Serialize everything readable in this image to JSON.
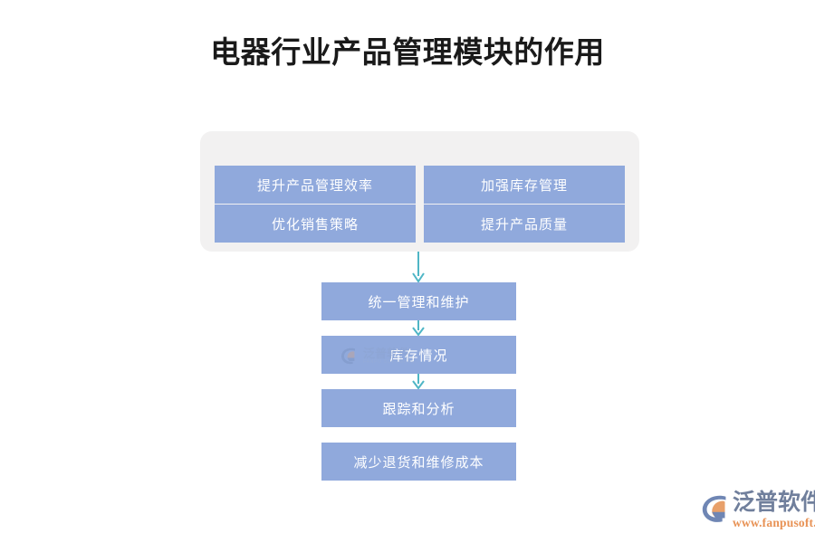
{
  "page": {
    "title": "电器行业产品管理模块的作用",
    "background_color": "#ffffff"
  },
  "colors": {
    "box_fill": "#90a9dc",
    "box_text": "#ffffff",
    "panel_fill": "#f2f1f1",
    "arrow": "#4fb6c6",
    "title_text": "#1a1a1a",
    "brand_cn": "#707f9c",
    "brand_url": "#e89255"
  },
  "panel": {
    "name": "benefits-panel",
    "boxes": [
      {
        "label": "提升产品管理效率"
      },
      {
        "label": "加强库存管理"
      },
      {
        "label": "优化销售策略"
      },
      {
        "label": "提升产品质量"
      }
    ]
  },
  "flow": {
    "name": "process-flow",
    "steps": [
      {
        "label": "统一管理和维护"
      },
      {
        "label": "库存情况"
      },
      {
        "label": "跟踪和分析"
      },
      {
        "label": "减少退货和维修成本"
      }
    ],
    "arrows": [
      {
        "from": "benefits-panel",
        "to": "统一管理和维护"
      },
      {
        "from": "统一管理和维护",
        "to": "库存情况"
      },
      {
        "from": "库存情况",
        "to": "跟踪和分析"
      }
    ]
  },
  "watermark": {
    "cn": "泛普软件",
    "en": "FANPU SOFTWARE"
  },
  "brand": {
    "cn": "泛普软件",
    "url": "www.fanpusoft.com"
  }
}
